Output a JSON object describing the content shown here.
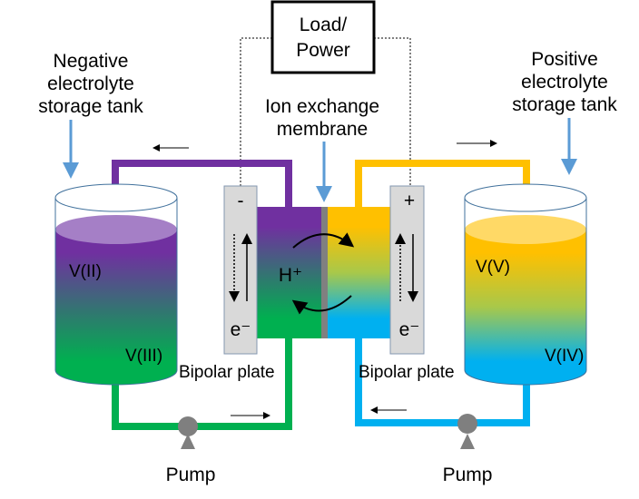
{
  "load": {
    "line1": "Load/",
    "line2": "Power"
  },
  "labels": {
    "negative_tank": [
      "Negative",
      "electrolyte",
      "storage tank"
    ],
    "positive_tank": [
      "Positive",
      "electrolyte",
      "storage tank"
    ],
    "membrane": [
      "Ion exchange",
      "membrane"
    ],
    "bipolar_left": "Bipolar plate",
    "bipolar_right": "Bipolar plate",
    "pump_left": "Pump",
    "pump_right": "Pump",
    "minus": "-",
    "plus": "+",
    "electron_left": "e⁻",
    "electron_right": "e⁻",
    "proton": "H⁺",
    "v2": "V(II)",
    "v3": "V(III)",
    "v5": "V(V)",
    "v4": "V(IV)"
  },
  "colors": {
    "purple": "#7030a0",
    "green": "#00b050",
    "yellow": "#ffc000",
    "blue": "#00b0f0",
    "pointer": "#5b9bd5",
    "plate": "#d9d9d9",
    "membrane": "#808080"
  }
}
